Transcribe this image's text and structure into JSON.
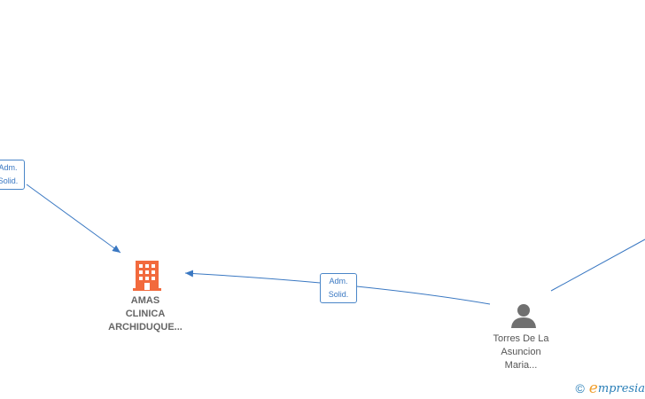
{
  "colors": {
    "edge": "#3a78c2",
    "company_icon": "#f26a3d",
    "person_icon": "#707070"
  },
  "nodes": {
    "company": {
      "icon": "building-icon",
      "lines": [
        "AMAS",
        "CLINICA",
        "ARCHIDUQUE..."
      ]
    },
    "person": {
      "icon": "person-icon",
      "lines": [
        "Torres De La",
        "Asuncion",
        "Maria..."
      ]
    }
  },
  "edges": {
    "left": {
      "lines": [
        "Adm.",
        "Solid."
      ]
    },
    "middle": {
      "lines": [
        "Adm.",
        "Solid."
      ]
    }
  },
  "brand": {
    "copyright": "©",
    "first_letter": "e",
    "rest": "mpresia"
  }
}
